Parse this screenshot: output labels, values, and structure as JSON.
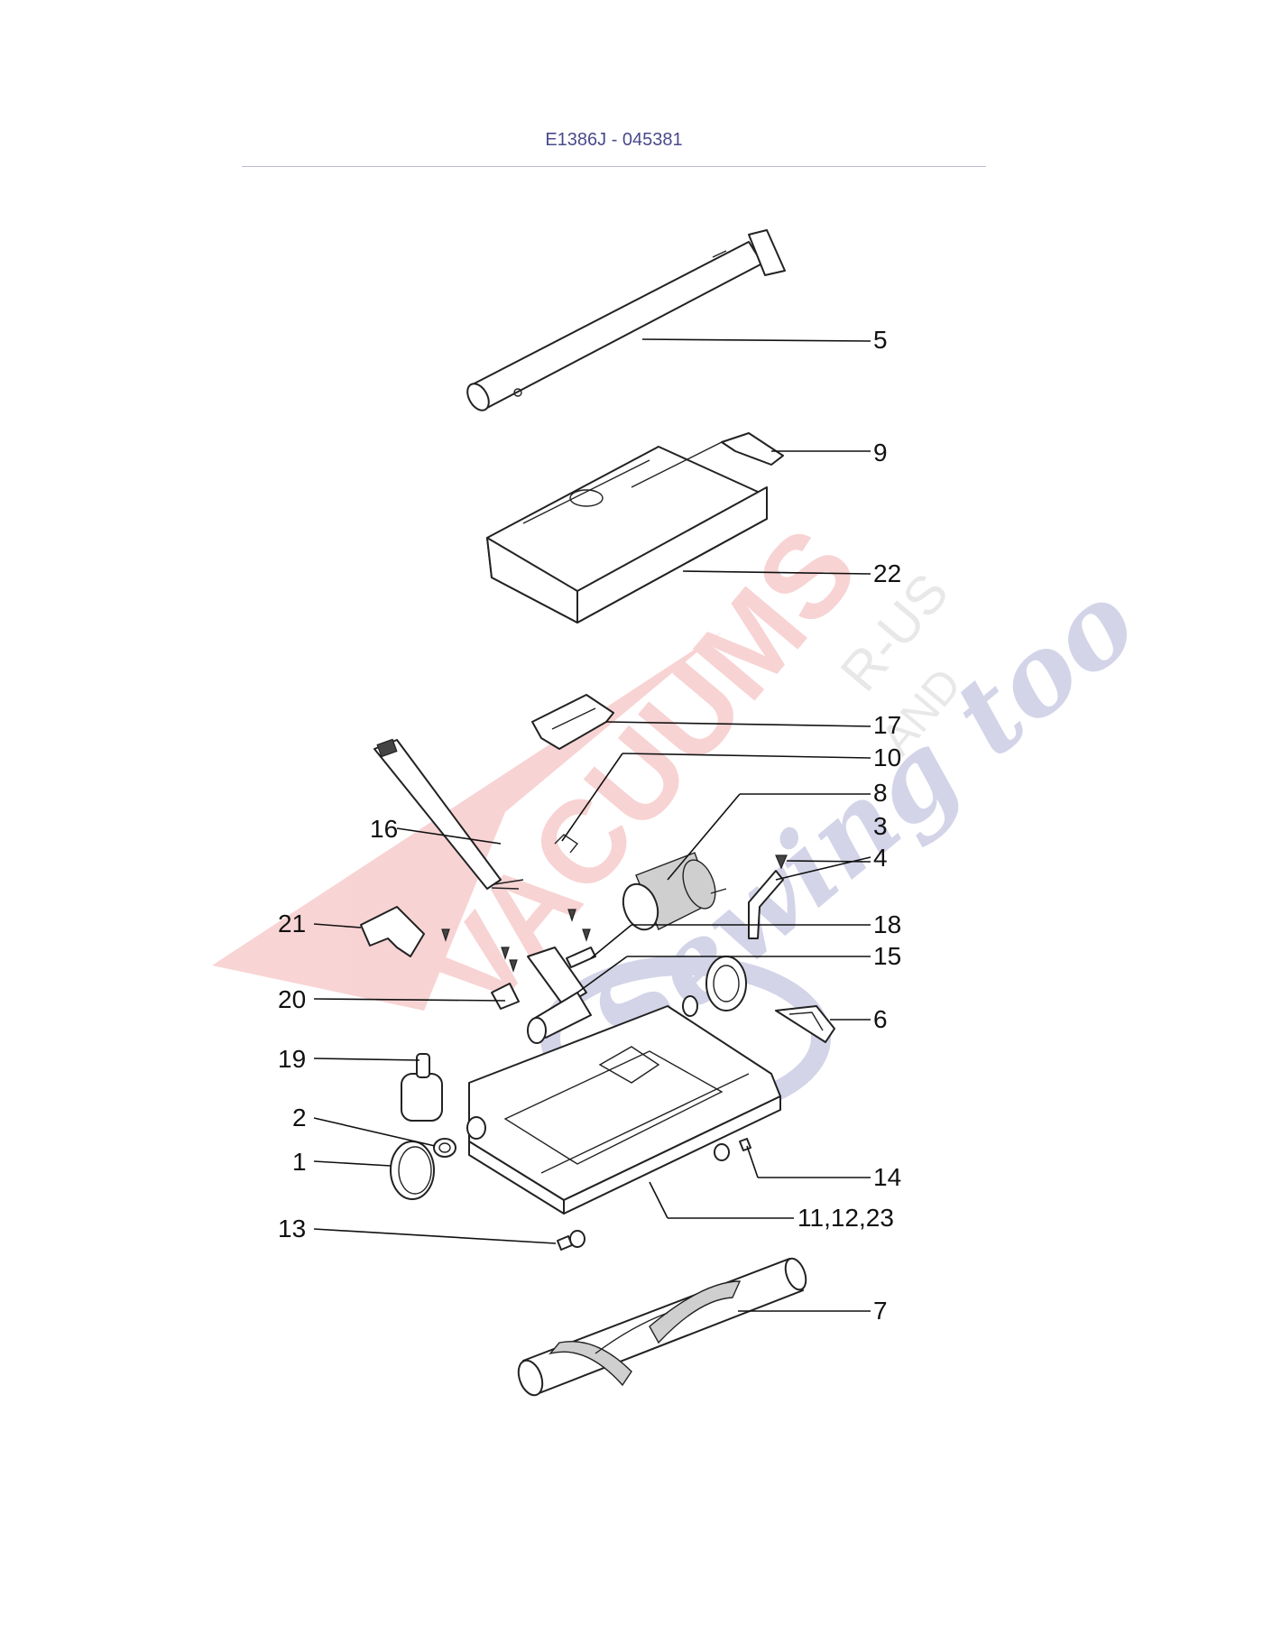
{
  "header": {
    "title": "E1386J - 045381"
  },
  "watermark": {
    "brand_main": "VACUUMS",
    "brand_suffix": "R-US",
    "brand_and": "AND",
    "brand_tagline": "Sewing too",
    "colors": {
      "red": "#e23b3b",
      "blue": "#3b3f9a",
      "gray": "#b8b8b8"
    }
  },
  "callouts": {
    "c1": "1",
    "c2": "2",
    "c3": "3",
    "c4": "4",
    "c5": "5",
    "c6": "6",
    "c7": "7",
    "c8": "8",
    "c9": "9",
    "c10": "10",
    "c11": "11,12,23",
    "c13": "13",
    "c14": "14",
    "c15": "15",
    "c16": "16",
    "c17": "17",
    "c18": "18",
    "c19": "19",
    "c20": "20",
    "c21": "21",
    "c22": "22"
  }
}
